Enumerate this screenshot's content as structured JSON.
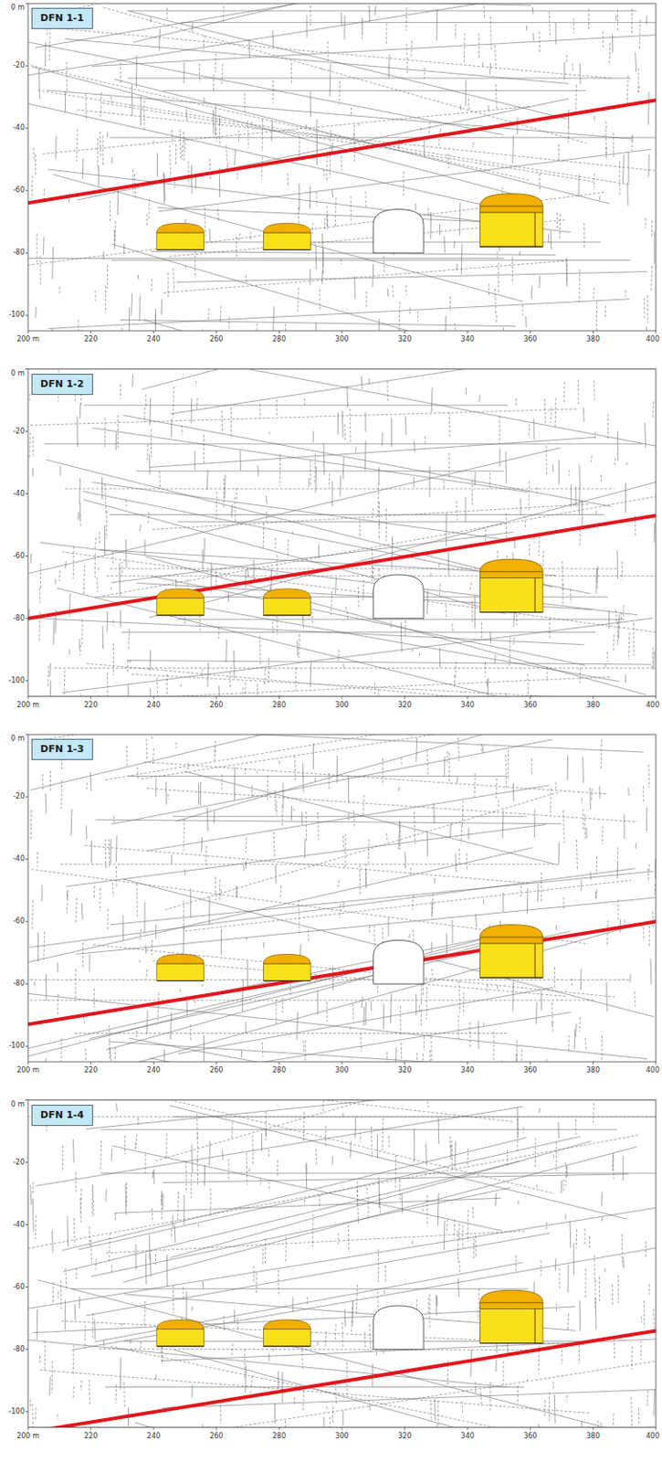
{
  "diagram": {
    "nodes": [
      {
        "text": [
          "DFN 1-1"
        ]
      },
      {
        "text": [
          "DFN 1-2"
        ]
      },
      {
        "text": [
          "DFN 1-3"
        ]
      },
      {
        "text": [
          "DFN 1-4"
        ]
      }
    ],
    "labels": [
      "0 m",
      "-20",
      "-40",
      "-60",
      "-80",
      "-100",
      "200 m",
      "220",
      "240",
      "260",
      "280",
      "300",
      "320",
      "340",
      "360",
      "380",
      "400",
      "0 m",
      "-20",
      "-40",
      "-60",
      "-80",
      "-100",
      "200 m",
      "220",
      "240",
      "260",
      "280",
      "300",
      "320",
      "340",
      "360",
      "380",
      "400",
      "0 m",
      "-20",
      "-40",
      "-60",
      "-80",
      "-100",
      "200 m",
      "220",
      "240",
      "260",
      "280",
      "300",
      "320",
      "340",
      "360",
      "380",
      "400",
      "0 m",
      "-20",
      "-40",
      "-60",
      "-80",
      "-100",
      "200 m",
      "220",
      "240",
      "260",
      "280",
      "300",
      "320",
      "340",
      "360",
      "380",
      "400"
    ]
  }
}
